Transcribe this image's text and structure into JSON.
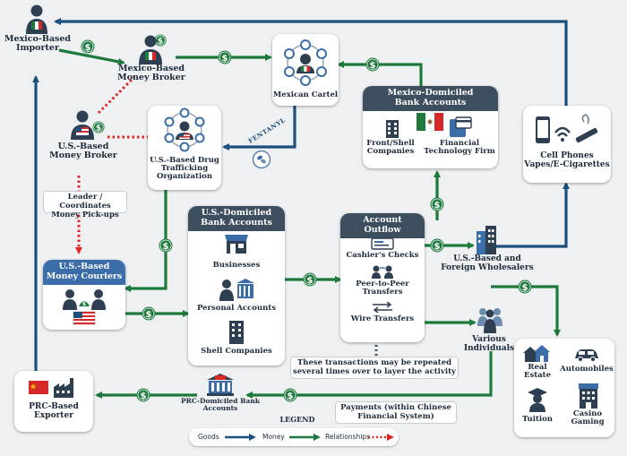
{
  "nodes": {
    "mexico_importer": "Mexico-Based Importer",
    "mexico_broker": "Mexico-Based Money Broker",
    "mexican_cartel": "Mexican Cartel",
    "us_broker": "U.S.-Based Money Broker",
    "us_dto": "U.S.-Based Drug Trafficking Organization",
    "fentanyl": "FENTANYL",
    "mexico_banks": {
      "title_line1": "Mexico-Domiciled",
      "title_line2": "Bank Accounts",
      "front_shell": "Front/Shell Companies",
      "fintech": "Financial Technology Firm"
    },
    "cell_phones": "Cell Phones Vapes/E-Cigarettes",
    "leader_note": "Leader / Coordinates Money Pick-ups",
    "us_couriers": {
      "title_line1": "U.S.-Based",
      "title_line2": "Money Couriers"
    },
    "us_banks": {
      "title_line1": "U.S.-Domiciled",
      "title_line2": "Bank Accounts",
      "businesses": "Businesses",
      "personal": "Personal Accounts",
      "shell": "Shell Companies"
    },
    "account_outflow": {
      "title_line1": "Account",
      "title_line2": "Outflow",
      "cashiers": "Cashier's Checks",
      "p2p": "Peer-to-Peer Transfers",
      "wire": "Wire Transfers"
    },
    "wholesalers": "U.S.-Based and Foreign Wholesalers",
    "individuals": "Various Individuals",
    "purchases": {
      "real_estate": "Real Estate",
      "automobiles": "Automobiles",
      "tuition": "Tuition",
      "casino": "Casino Gaming"
    },
    "repeat_note": "These transactions may be repeated several times over to layer the activity",
    "prc_banks": "PRC-Domiciled Bank Accounts",
    "prc_exporter": "PRC-Based Exporter",
    "payments_note": "Payments (within Chinese Financial System)"
  },
  "legend": {
    "title": "LEGEND",
    "goods": "Goods",
    "money": "Money",
    "relationships": "Relationships"
  },
  "colors": {
    "goods": "#1c4f7c",
    "money": "#1d7a3c",
    "relationships": "#e02424",
    "header_dark": "#3d4e5f",
    "header_blue": "#3b6ea8"
  }
}
